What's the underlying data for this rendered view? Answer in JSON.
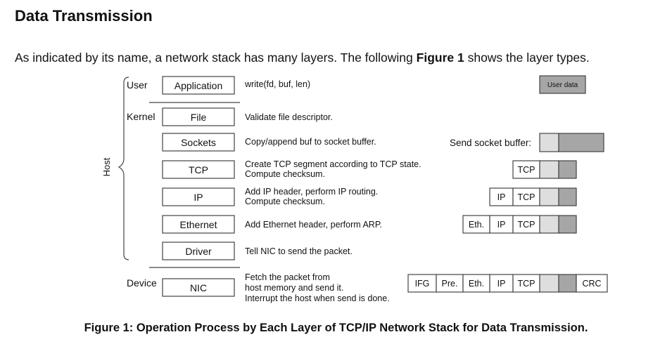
{
  "heading": "Data Transmission",
  "intro": {
    "before": "As indicated by its name, a network stack has many layers. The following ",
    "figure_ref": "Figure 1",
    "after": " shows the layer types."
  },
  "diagram": {
    "side_label": "Host",
    "groups": {
      "user": "User",
      "kernel": "Kernel",
      "device": "Device"
    },
    "layers": [
      {
        "name": "Application",
        "desc": [
          "write(fd, buf, len)"
        ]
      },
      {
        "name": "File",
        "desc": [
          "Validate file descriptor."
        ]
      },
      {
        "name": "Sockets",
        "desc": [
          "Copy/append buf to socket buffer."
        ]
      },
      {
        "name": "TCP",
        "desc": [
          "Create TCP segment according to TCP state.",
          "Compute checksum."
        ]
      },
      {
        "name": "IP",
        "desc": [
          "Add IP header, perform IP routing.",
          "Compute checksum."
        ]
      },
      {
        "name": "Ethernet",
        "desc": [
          "Add Ethernet header, perform ARP."
        ]
      },
      {
        "name": "Driver",
        "desc": [
          "Tell NIC to send the packet."
        ]
      },
      {
        "name": "NIC",
        "desc": [
          "Fetch the packet from",
          "host memory and send it.",
          "Interrupt the host when send is done."
        ]
      }
    ],
    "user_data_label": "User data",
    "send_buffer_label": "Send socket buffer:",
    "packet_rows": {
      "tcp": [
        "TCP"
      ],
      "ip": [
        "IP",
        "TCP"
      ],
      "eth": [
        "Eth.",
        "IP",
        "TCP"
      ],
      "nic": [
        "IFG",
        "Pre.",
        "Eth.",
        "IP",
        "TCP",
        "CRC"
      ]
    }
  },
  "caption": "Figure 1: Operation Process by Each Layer of TCP/IP Network Stack for Data Transmission."
}
